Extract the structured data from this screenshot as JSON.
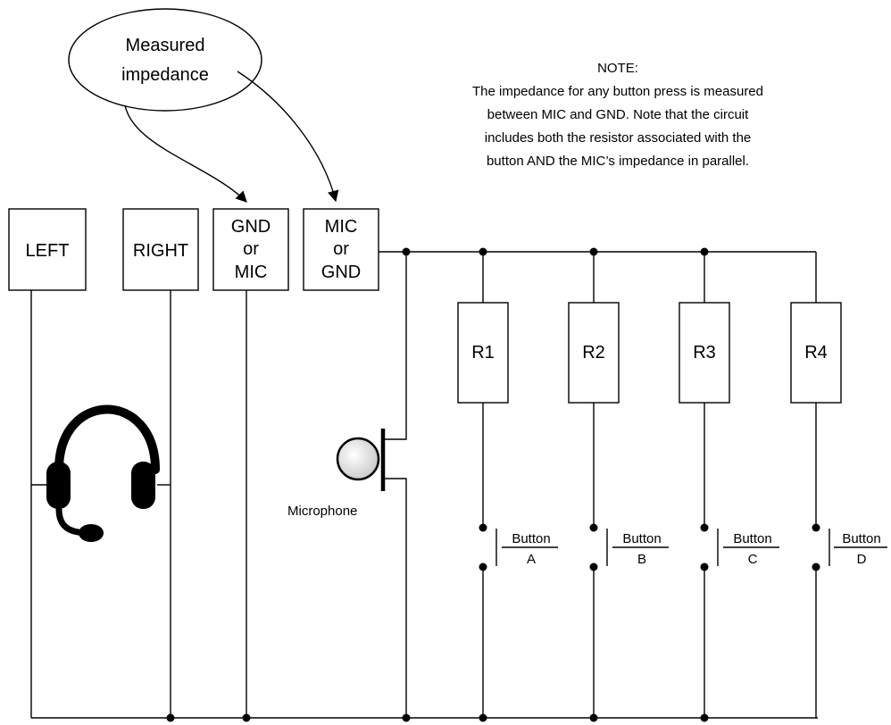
{
  "callout": {
    "line1": "Measured",
    "line2": "impedance"
  },
  "note": {
    "heading": "NOTE:",
    "lines": [
      "The impedance for any button press is measured",
      "between MIC and GND. Note that the circuit",
      "includes both the resistor associated with the",
      "button AND the MIC’s impedance in parallel."
    ]
  },
  "connectors": {
    "left": "LEFT",
    "right": "RIGHT",
    "gnd_mic": [
      "GND",
      "or",
      "MIC"
    ],
    "mic_gnd": [
      "MIC",
      "or",
      "GND"
    ]
  },
  "resistors": [
    "R1",
    "R2",
    "R3",
    "R4"
  ],
  "buttons": [
    {
      "label": "Button",
      "id": "A"
    },
    {
      "label": "Button",
      "id": "B"
    },
    {
      "label": "Button",
      "id": "C"
    },
    {
      "label": "Button",
      "id": "D"
    }
  ],
  "microphone": {
    "label": "Microphone"
  },
  "icons": {
    "headset": "headset-icon",
    "microphone": "microphone-icon"
  }
}
